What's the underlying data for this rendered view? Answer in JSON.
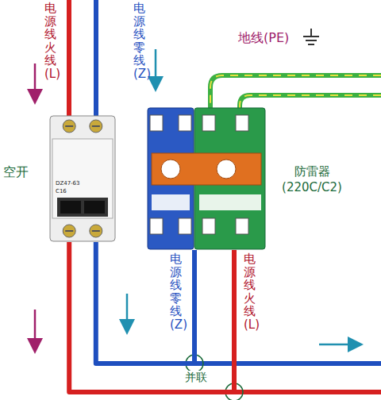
{
  "diagram": {
    "nodes": [
      {
        "text": [
          "空开",
          "DZ47-63",
          "C16"
        ]
      },
      {
        "text": [
          "防雷器 (220C/C2)"
        ]
      }
    ],
    "edges": [
      {
        "from": 0,
        "to": 1,
        "arrow": "none"
      },
      {
        "from": 0,
        "to": 1,
        "arrow": "none"
      }
    ],
    "labels": [
      "电源线火线(L)",
      "电源线零线(Z)",
      "地线(PE)",
      "电源线零线(Z)",
      "电源线火线(L)",
      "并联"
    ]
  }
}
